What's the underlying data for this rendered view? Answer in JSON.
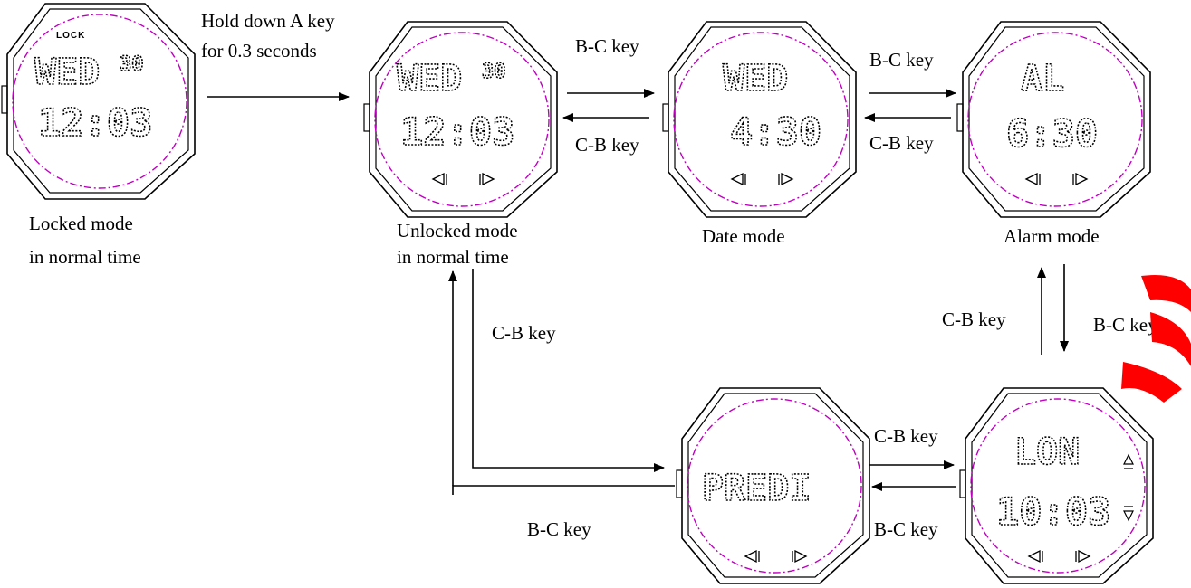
{
  "watches": [
    {
      "id": "locked",
      "line1": "WED",
      "line1_suffix": "30",
      "line2": "12:03",
      "top_tag": "LOCK",
      "caption_line1": "Locked mode",
      "caption_line2": "in normal time"
    },
    {
      "id": "unlocked",
      "line1": "WED",
      "line1_suffix": "30",
      "line2": "12:03",
      "caption_line1": "Unlocked mode",
      "caption_line2": "in normal time"
    },
    {
      "id": "date",
      "line1": "WED",
      "line2": "4:30",
      "caption_line1": "Date mode"
    },
    {
      "id": "alarm",
      "line1": "AL",
      "line2": "6:30",
      "caption_line1": "Alarm mode"
    },
    {
      "id": "predi",
      "line1": "PREDI"
    },
    {
      "id": "lon",
      "line1": "LON",
      "line2": "10:03"
    }
  ],
  "transitions": {
    "hold_line1": "Hold down A key",
    "hold_line2": "for 0.3 seconds",
    "unlocked_to_date": "B-C key",
    "date_to_unlocked": "C-B key",
    "date_to_alarm": "B-C key",
    "alarm_to_date": "C-B key",
    "lon_to_alarm": "C-B key",
    "alarm_to_lon": "B-C key",
    "predi_to_lon": "C-B key",
    "lon_to_predi": "B-C key",
    "unlocked_to_predi": "C-B key",
    "predi_to_unlocked": "B-C key"
  },
  "colors": {
    "outline": "#000000",
    "inner_circle": "#c000c0",
    "watermark": "#ff0000"
  }
}
